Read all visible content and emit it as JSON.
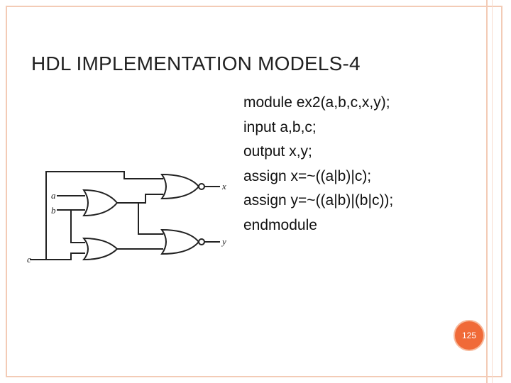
{
  "title": "HDL IMPLEMENTATION MODELS-4",
  "code_lines": [
    "module ex2(a,b,c,x,y);",
    "input a,b,c;",
    "output x,y;",
    "assign x=~((a|b)|c);",
    "assign y=~((a|b)|(b|c));",
    "endmodule"
  ],
  "circuit": {
    "inputs": [
      "a",
      "b",
      "c"
    ],
    "outputs": [
      "x",
      "y"
    ]
  },
  "page_number": "125",
  "colors": {
    "border": "#f3cbb6",
    "badge": "#f06a38"
  }
}
